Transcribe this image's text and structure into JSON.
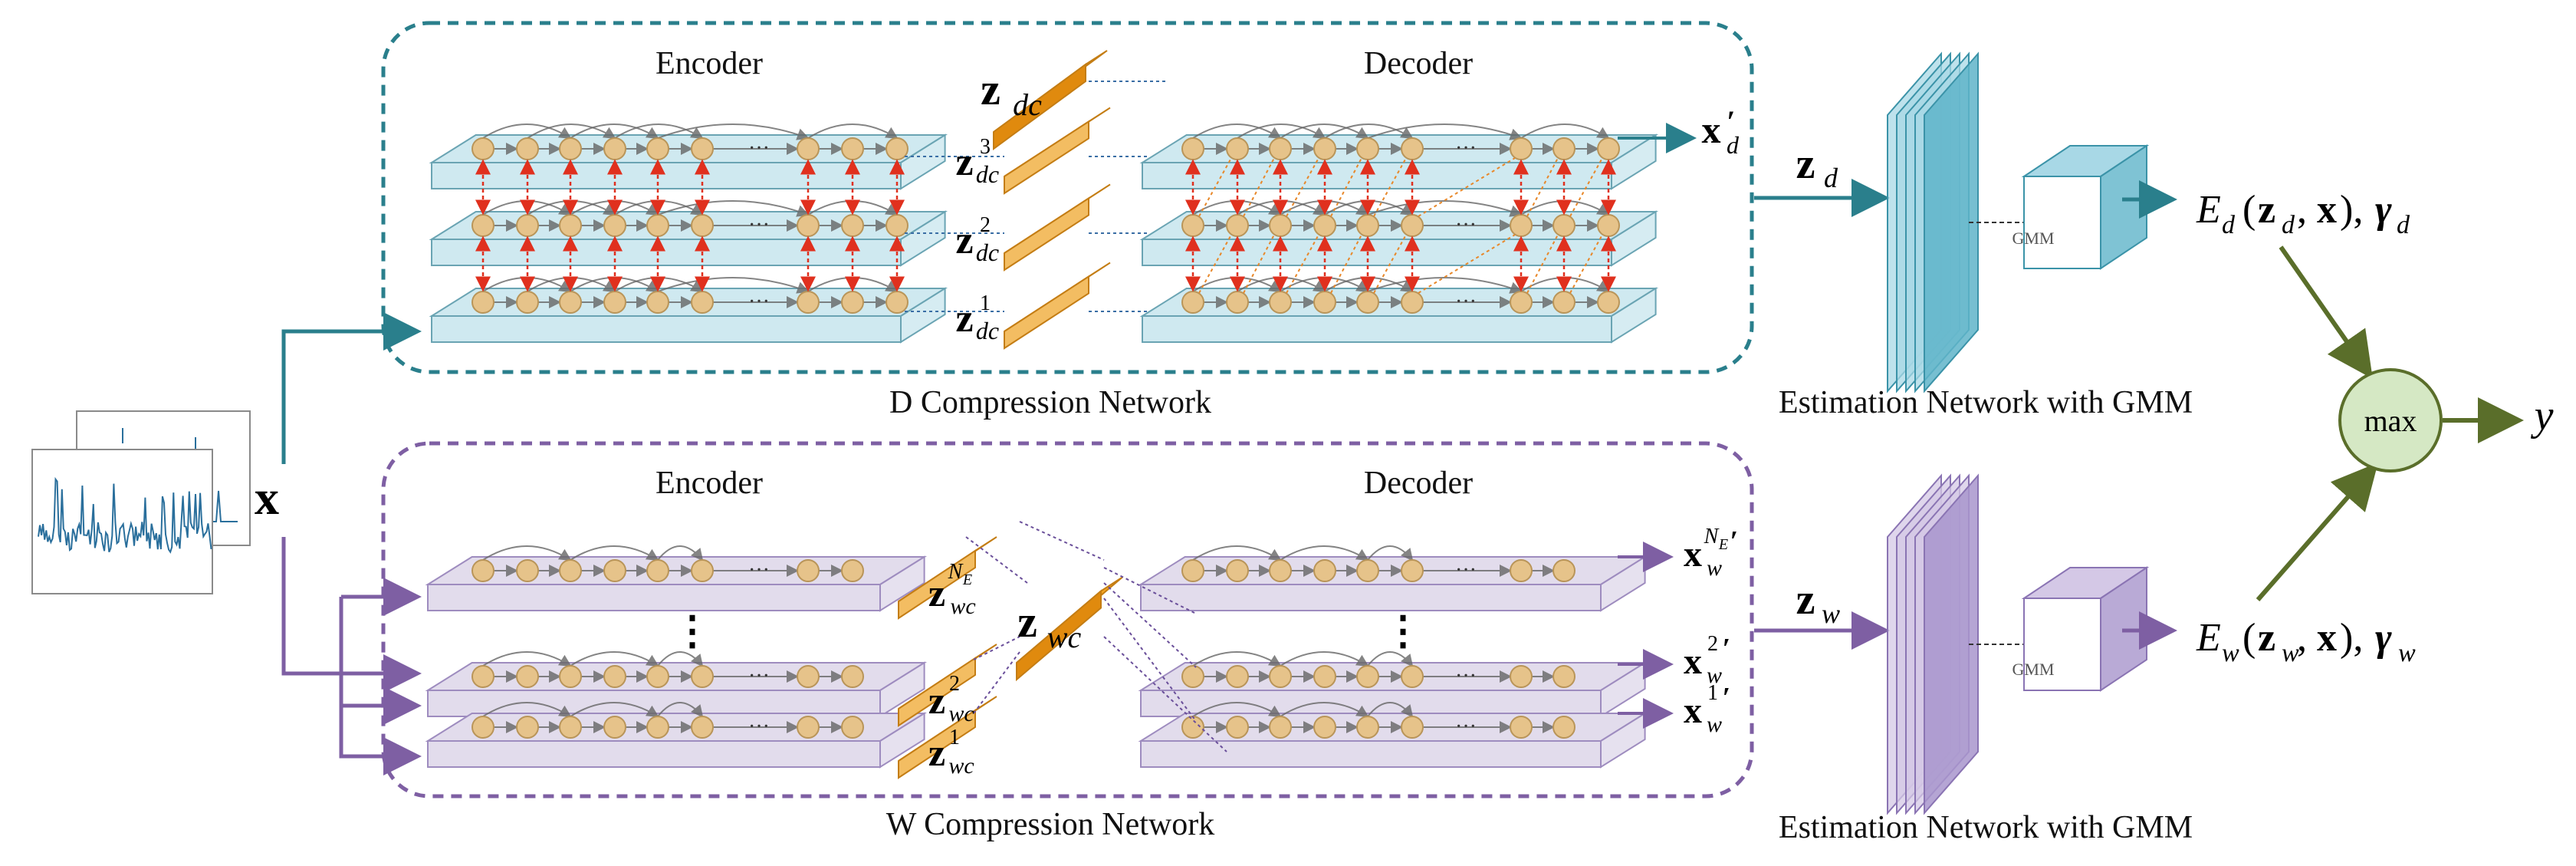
{
  "input": {
    "symbol": "x"
  },
  "d_network": {
    "caption": "D Compression Network",
    "encoder_label": "Encoder",
    "decoder_label": "Decoder",
    "ellipsis": "···",
    "latent_top": {
      "base": "z",
      "sub": "dc"
    },
    "latents": [
      {
        "base": "z",
        "sup": "3",
        "sub": "dc"
      },
      {
        "base": "z",
        "sup": "2",
        "sub": "dc"
      },
      {
        "base": "z",
        "sup": "1",
        "sub": "dc"
      }
    ],
    "output": {
      "base": "x",
      "prime": "′",
      "sub": "d"
    },
    "flow_label": {
      "base": "z",
      "sub": "d"
    }
  },
  "w_network": {
    "caption": "W Compression Network",
    "encoder_label": "Encoder",
    "decoder_label": "Decoder",
    "ellipsis": "···",
    "vdots": "⋮",
    "latent_center": {
      "base": "z",
      "sub": "wc"
    },
    "latents": [
      {
        "base": "z",
        "sup": "N",
        "sup_sub": "E",
        "sub": "wc"
      },
      {
        "base": "z",
        "sup": "2",
        "sub": "wc"
      },
      {
        "base": "z",
        "sup": "1",
        "sub": "wc"
      }
    ],
    "outputs": [
      {
        "base": "x",
        "sup": "N",
        "sup_sub": "E",
        "prime": "′",
        "sub": "w"
      },
      {
        "base": "x",
        "sup": "2",
        "prime": "′",
        "sub": "w"
      },
      {
        "base": "x",
        "sup": "1",
        "prime": "′",
        "sub": "w"
      }
    ],
    "flow_label": {
      "base": "z",
      "sub": "w"
    }
  },
  "estimation": {
    "caption_top": "Estimation Network with GMM",
    "caption_bottom": "Estimation Network with GMM",
    "gmm_label": "GMM"
  },
  "energies": {
    "d": {
      "E": "E",
      "E_sub": "d",
      "open": "(",
      "z": "z",
      "z_sub": "d",
      "comma": ", ",
      "x": "x",
      "close": "),",
      "gamma": "γ",
      "gamma_sub": "d"
    },
    "w": {
      "E": "E",
      "E_sub": "w",
      "open": "(",
      "z": "z",
      "z_sub": "w",
      "comma": ", ",
      "x": "x",
      "close": "),",
      "gamma": "γ",
      "gamma_sub": "w"
    }
  },
  "aggregator": {
    "label": "max",
    "output": "y"
  },
  "colors": {
    "teal": "#2a7f8c",
    "purple": "#7e5fa3",
    "olive": "#5a6e2a",
    "layer_teal_fill": "#cfe9f0",
    "layer_purple_fill": "#e2dcec",
    "node_fill": "#e6c38a",
    "latent_orange": "#f5a623",
    "red_dotted": "#e0301e",
    "max_fill": "#d5e8c4"
  }
}
